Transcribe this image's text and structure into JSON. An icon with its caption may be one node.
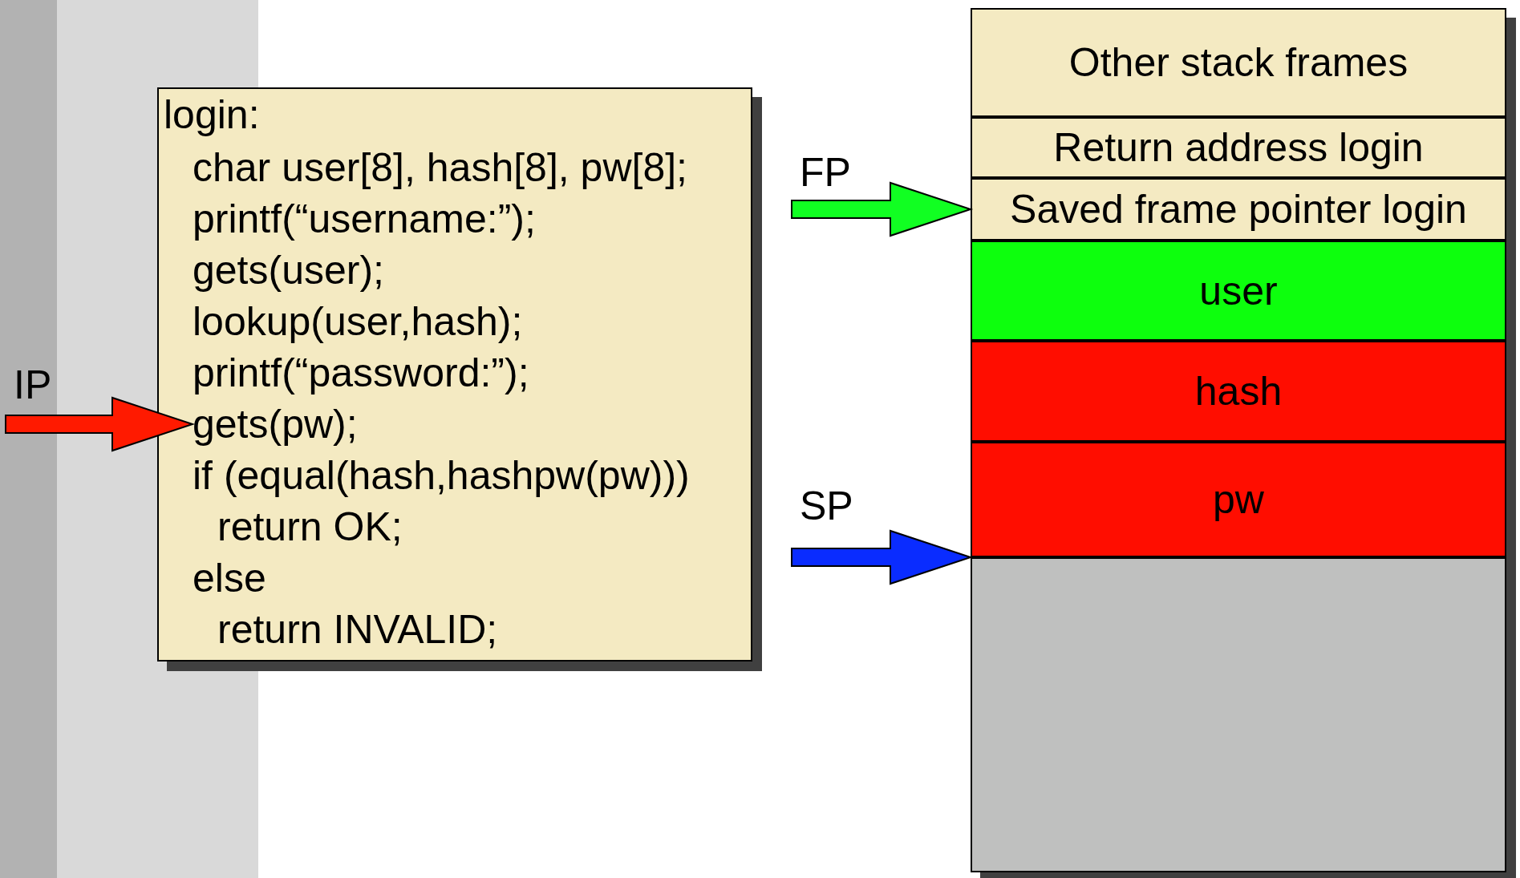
{
  "diagram": {
    "nodes": [
      {
        "text": [
          "login:"
        ]
      },
      {
        "text": [
          "char user[8], hash[8], pw[8];"
        ],
        "in": 0
      },
      {
        "text": [
          "printf(“username:”);"
        ],
        "in": 0
      },
      {
        "text": [
          "gets(user);"
        ],
        "in": 0
      },
      {
        "text": [
          "lookup(user,hash);"
        ],
        "in": 0
      },
      {
        "text": [
          "printf(“password:”);"
        ],
        "in": 0
      },
      {
        "text": [
          "gets(pw);"
        ],
        "in": 0
      },
      {
        "text": [
          "if (equal(hash,hashpw(pw)))"
        ],
        "in": 0
      },
      {
        "text": [
          "return OK;"
        ],
        "in": 0
      },
      {
        "text": [
          "else"
        ],
        "in": 0
      },
      {
        "text": [
          "return INVALID;"
        ],
        "in": 0
      },
      {
        "text": [
          "IP"
        ]
      },
      {
        "text": [
          "FP"
        ]
      },
      {
        "text": [
          "SP"
        ]
      },
      {
        "text": [
          "Other stack frames"
        ]
      },
      {
        "text": [
          "Return address login"
        ]
      },
      {
        "text": [
          "Saved frame pointer login"
        ]
      },
      {
        "text": [
          "user"
        ]
      },
      {
        "text": [
          "hash"
        ]
      },
      {
        "text": [
          "pw"
        ]
      },
      {
        "text": [],
        "shape": "box"
      }
    ],
    "edges": [
      {
        "from": 11,
        "to": 6,
        "arrow": "to",
        "style": "thick",
        "color": "#ff1a00"
      },
      {
        "from": 12,
        "to": 16,
        "arrow": "to",
        "style": "thick",
        "color": "#11ff22"
      },
      {
        "from": 13,
        "to": 20,
        "arrow": "to",
        "style": "thick",
        "color": "#0a2cff"
      }
    ]
  }
}
